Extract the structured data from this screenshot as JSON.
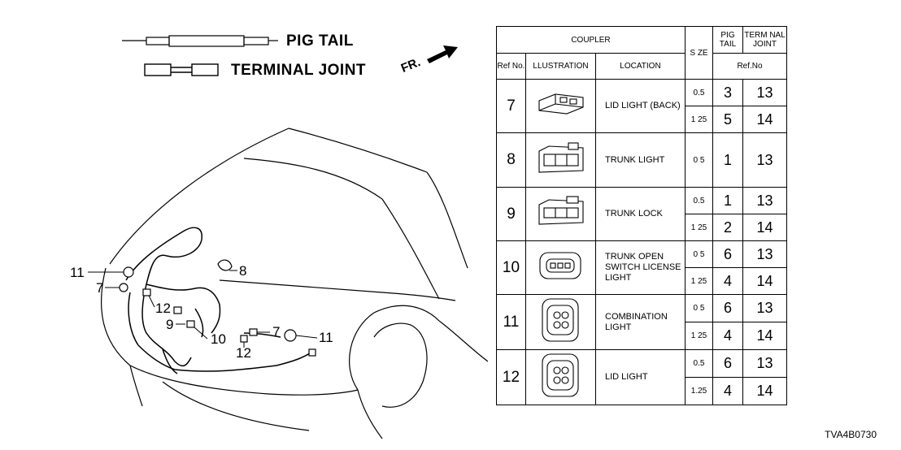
{
  "legend": {
    "pigtail_label": "PIG TAIL",
    "terminal_label": "TERMINAL JOINT",
    "fr_label": "FR."
  },
  "callouts": {
    "c11_left": "11",
    "c7_left": "7",
    "c8": "8",
    "c12_upper": "12",
    "c9": "9",
    "c10": "10",
    "c7_right": "7",
    "c11_right": "11",
    "c12_lower": "12"
  },
  "table": {
    "headers": {
      "coupler": "COUPLER",
      "size": "S ZE",
      "pigtail": "PIG TAIL",
      "terminal": "TERM NAL JOINT",
      "ref_no": "Ref No.",
      "illustration": "LLUSTRATION",
      "location": "LOCATION",
      "refno_sub": "Ref.No"
    },
    "rows": [
      {
        "ref": "7",
        "location": "LID LIGHT (BACK)",
        "subs": [
          {
            "size": "0.5",
            "pig": "3",
            "term": "13"
          },
          {
            "size": "1 25",
            "pig": "5",
            "term": "14"
          }
        ]
      },
      {
        "ref": "8",
        "location": "TRUNK LIGHT",
        "subs": [
          {
            "size": "0 5",
            "pig": "1",
            "term": "13"
          }
        ]
      },
      {
        "ref": "9",
        "location": "TRUNK LOCK",
        "subs": [
          {
            "size": "0.5",
            "pig": "1",
            "term": "13"
          },
          {
            "size": "1 25",
            "pig": "2",
            "term": "14"
          }
        ]
      },
      {
        "ref": "10",
        "location": "TRUNK OPEN SWITCH LICENSE LIGHT",
        "subs": [
          {
            "size": "0 5",
            "pig": "6",
            "term": "13"
          },
          {
            "size": "1 25",
            "pig": "4",
            "term": "14"
          }
        ]
      },
      {
        "ref": "11",
        "location": "COMBINATION LIGHT",
        "subs": [
          {
            "size": "0 5",
            "pig": "6",
            "term": "13"
          },
          {
            "size": "1 25",
            "pig": "4",
            "term": "14"
          }
        ]
      },
      {
        "ref": "12",
        "location": "LID LIGHT",
        "subs": [
          {
            "size": "0.5",
            "pig": "6",
            "term": "13"
          },
          {
            "size": "1.25",
            "pig": "4",
            "term": "14"
          }
        ]
      }
    ]
  },
  "diagram_code": "TVA4B0730"
}
